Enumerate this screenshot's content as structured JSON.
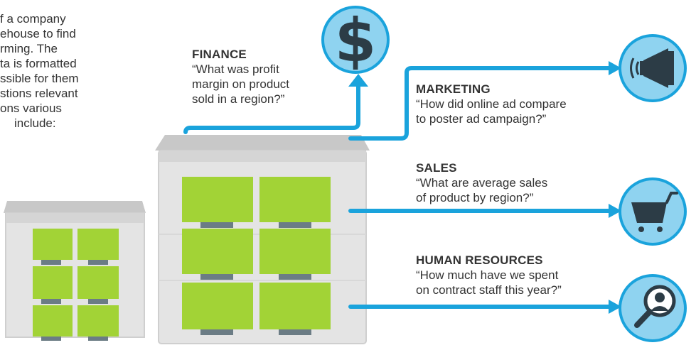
{
  "intro": {
    "lines": [
      "f a company",
      "ehouse to find",
      "rming. The",
      "ta is formatted",
      "ssible for them",
      "stions relevant",
      "ons various",
      "include:"
    ]
  },
  "departments": {
    "finance": {
      "heading": "FINANCE",
      "question_lines": [
        "“What was profit",
        "margin on product",
        "sold in a region?”"
      ],
      "icon": "dollar-sign-icon"
    },
    "marketing": {
      "heading": "MARKETING",
      "question_lines": [
        "“How did online ad compare",
        "to poster ad campaign?”"
      ],
      "icon": "megaphone-icon"
    },
    "sales": {
      "heading": "SALES",
      "question_lines": [
        "“What are average sales",
        "of product by region?”"
      ],
      "icon": "shopping-cart-icon"
    },
    "human_resources": {
      "heading": "HUMAN RESOURCES",
      "question_lines": [
        "“How much have we spent",
        "on contract staff this year?”"
      ],
      "icon": "magnifier-person-icon"
    }
  },
  "icon_text": {
    "dollar_symbol": "$"
  },
  "colors": {
    "flow_line": "#1aa3dc",
    "icon_fill": "#8fd3f0",
    "icon_stroke": "#1aa3dc",
    "icon_glyph": "#2c3c46",
    "building_gray": "#c8c8c8",
    "building_light": "#e4e4e4",
    "crate_green": "#a2d336",
    "pallet_dark": "#6b7c85"
  }
}
